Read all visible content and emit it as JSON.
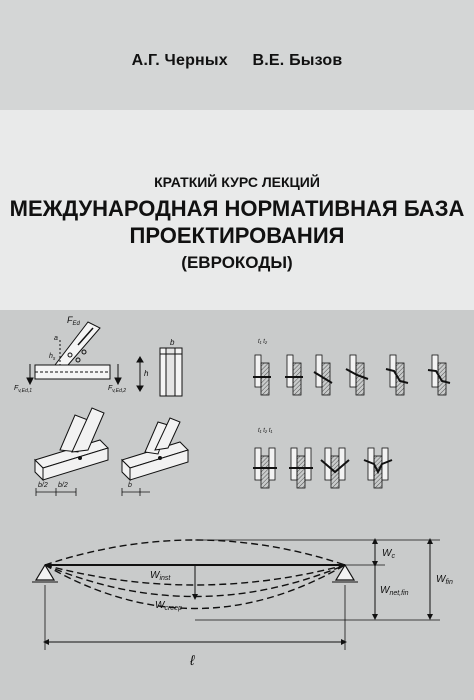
{
  "cover": {
    "authors": [
      "А.Г. Черных",
      "В.Е. Бызов"
    ],
    "series": "КРАТКИЙ КУРС ЛЕКЦИЙ",
    "title_line1": "МЕЖДУНАРОДНАЯ НОРМАТИВНАЯ БАЗА",
    "title_line2": "ПРОЕКТИРОВАНИЯ",
    "subtitle": "(ЕВРОКОДЫ)"
  },
  "figures": {
    "joint": {
      "force_top": "F",
      "force_top_sub": "Ed",
      "force_left": "F",
      "force_left_sub": "v,Ed,1",
      "force_right": "F",
      "force_right_sub": "v,Ed,2",
      "dim_a": "a",
      "dim_hs": "h",
      "dim_hs_sub": "s",
      "dim_h": "h",
      "dim_b": "b"
    },
    "iso": {
      "dim_b2_left": "b/2",
      "dim_b2_right": "b/2",
      "dim_b": "b"
    },
    "connectors": {
      "thickness_labels_top": "t₁ t₂",
      "thickness_labels_bottom": "t₁ t₂ t₁"
    },
    "deflection": {
      "w_inst": "W",
      "w_inst_sub": "inst",
      "w_creep": "W",
      "w_creep_sub": "creep",
      "w_c": "W",
      "w_c_sub": "c",
      "w_net_fin": "W",
      "w_net_fin_sub": "net,fin",
      "w_fin": "W",
      "w_fin_sub": "fin",
      "span": "ℓ"
    }
  }
}
